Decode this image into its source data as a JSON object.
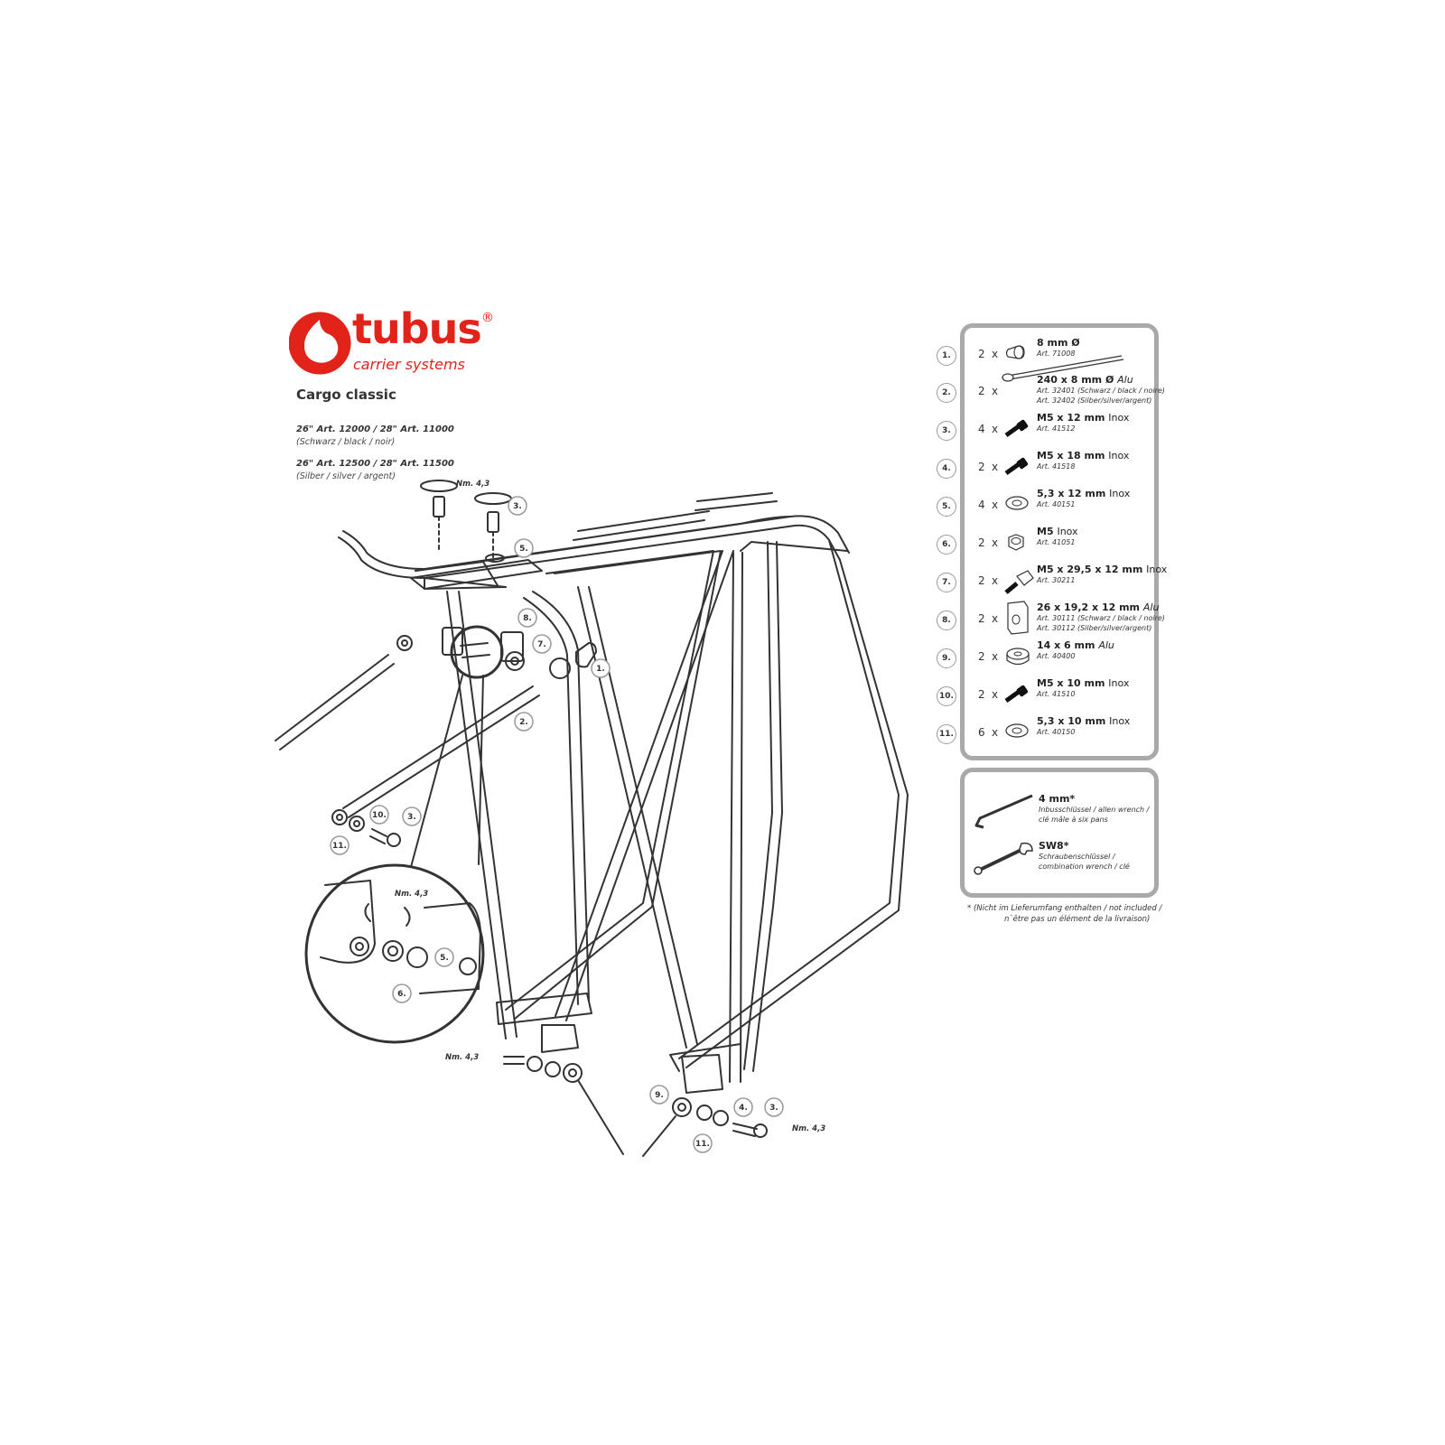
{
  "brand": {
    "name": "tubus",
    "registered": "®",
    "tagline": "carrier systems",
    "color": "#e2231a"
  },
  "product": {
    "name": "Cargo classic",
    "variants": [
      {
        "articles": "26\" Art. 12000 / 28\" Art. 11000",
        "finish": "(Schwarz / black / noir)"
      },
      {
        "articles": "26\" Art. 12500 / 28\" Art. 11500",
        "finish": "(Silber / silver / argent)"
      }
    ]
  },
  "torque": "Nm. 4,3",
  "callouts": [
    "1.",
    "2.",
    "3.",
    "4.",
    "5.",
    "6.",
    "7.",
    "8.",
    "9.",
    "10.",
    "11."
  ],
  "parts": [
    {
      "num": "1.",
      "qty": "2",
      "x": "x",
      "size": "8 mm Ø",
      "material": "",
      "lines": [
        "Art. 71008"
      ],
      "icon": "end-cap-icon"
    },
    {
      "num": "2.",
      "qty": "2",
      "x": "x",
      "size": "240 x 8 mm Ø",
      "material": "Alu",
      "lines": [
        "Art. 32401 (Schwarz / black / noire)",
        "Art. 32402 (Silber/silver/argent)"
      ],
      "icon": "strut-icon"
    },
    {
      "num": "3.",
      "qty": "4",
      "x": "x",
      "size": "M5 x 12 mm",
      "material": "Inox",
      "lines": [
        "Art. 41512"
      ],
      "icon": "bolt-icon"
    },
    {
      "num": "4.",
      "qty": "2",
      "x": "x",
      "size": "M5 x 18 mm",
      "material": "Inox",
      "lines": [
        "Art. 41518"
      ],
      "icon": "bolt-icon"
    },
    {
      "num": "5.",
      "qty": "4",
      "x": "x",
      "size": "5,3 x 12 mm",
      "material": "Inox",
      "lines": [
        "Art. 40151"
      ],
      "icon": "washer-icon"
    },
    {
      "num": "6.",
      "qty": "2",
      "x": "x",
      "size": "M5",
      "material": "Inox",
      "lines": [
        "Art. 41051"
      ],
      "icon": "nut-icon"
    },
    {
      "num": "7.",
      "qty": "2",
      "x": "x",
      "size": "M5 x 29,5 x 12 mm",
      "material": "Inox",
      "lines": [
        "Art. 30211"
      ],
      "icon": "adapter-bolt-icon"
    },
    {
      "num": "8.",
      "qty": "2",
      "x": "x",
      "size": "26 x 19,2 x 12 mm",
      "material": "Alu",
      "lines": [
        "Art. 30111 (Schwarz / black / noire)",
        "Art. 30112 (Silber/silver/argent)"
      ],
      "icon": "bracket-icon"
    },
    {
      "num": "9.",
      "qty": "2",
      "x": "x",
      "size": "14 x 6 mm",
      "material": "Alu",
      "lines": [
        "Art. 40400"
      ],
      "icon": "spacer-icon"
    },
    {
      "num": "10.",
      "qty": "2",
      "x": "x",
      "size": "M5 x 10 mm",
      "material": "Inox",
      "lines": [
        "Art. 41510"
      ],
      "icon": "bolt-icon"
    },
    {
      "num": "11.",
      "qty": "6",
      "x": "x",
      "size": "5,3 x 10 mm",
      "material": "Inox",
      "lines": [
        "Art. 40150"
      ],
      "icon": "washer-icon"
    }
  ],
  "tools": [
    {
      "size": "4 mm*",
      "lines": [
        "Inbusschlüssel / allen wrench /",
        "clé mâle à six pans"
      ],
      "icon": "allen-key-icon"
    },
    {
      "size": "SW8*",
      "lines": [
        "Schraubenschlüssel /",
        "combination wrench / clé"
      ],
      "icon": "wrench-icon"
    }
  ],
  "footnote": [
    "* (Nicht im Lieferumfang enthalten / not included /",
    "n`être pas un élément de la livraison)"
  ]
}
